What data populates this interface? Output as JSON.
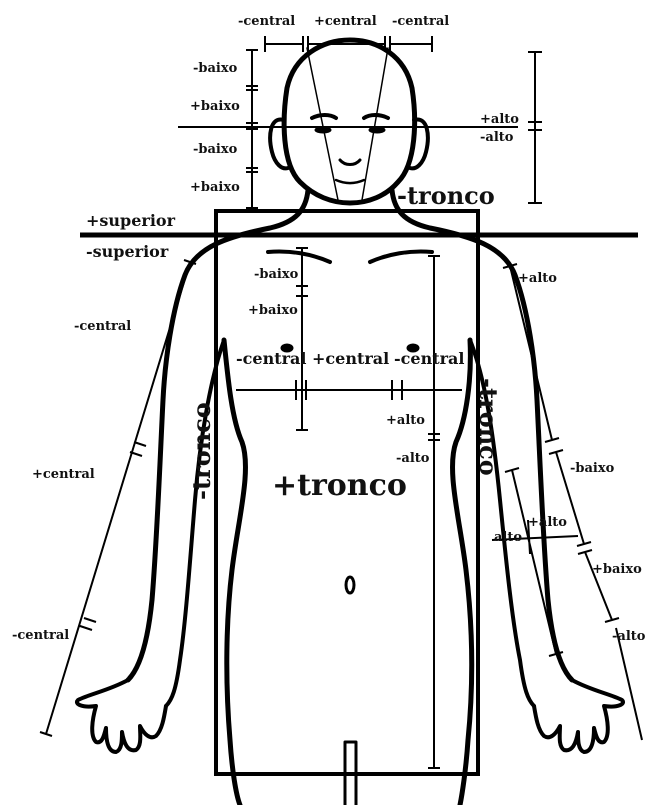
{
  "diagram": {
    "labels": {
      "head_top_left": "-central",
      "head_top_mid": "+central",
      "head_top_right": "-central",
      "head_left_1": "-baixo",
      "head_left_2": "+baixo",
      "head_left_3": "-baixo",
      "head_left_4": "+baixo",
      "head_right_plus": "+alto",
      "head_right_minus": "-alto",
      "neck_tronco": "-tronco",
      "plus_superior": "+superior",
      "minus_superior": "-superior",
      "chest_minus_baixo": "-baixo",
      "chest_plus_baixo": "+baixo",
      "chest_left_central": "-central",
      "chest_mid_central": "+central",
      "chest_right_central": "-central",
      "torso_plus_alto": "+alto",
      "torso_minus_alto": "-alto",
      "left_tronco": "-tronco",
      "right_tronco": "-tronco",
      "center_tronco": "+tronco",
      "arm_left_central_top": "-central",
      "arm_left_plus_central": "+central",
      "arm_left_central_bottom": "-central",
      "arm_right_plus_alto": "+alto",
      "arm_right_minus_baixo": "-baixo",
      "forearm_alto": "alto",
      "forearm_plus_alto": "+alto",
      "arm_right_plus_baixo": "+baixo",
      "arm_right_minus_alto": "-alto"
    },
    "colors": {
      "line": "#000000",
      "background": "#ffffff",
      "text": "#111111"
    }
  }
}
